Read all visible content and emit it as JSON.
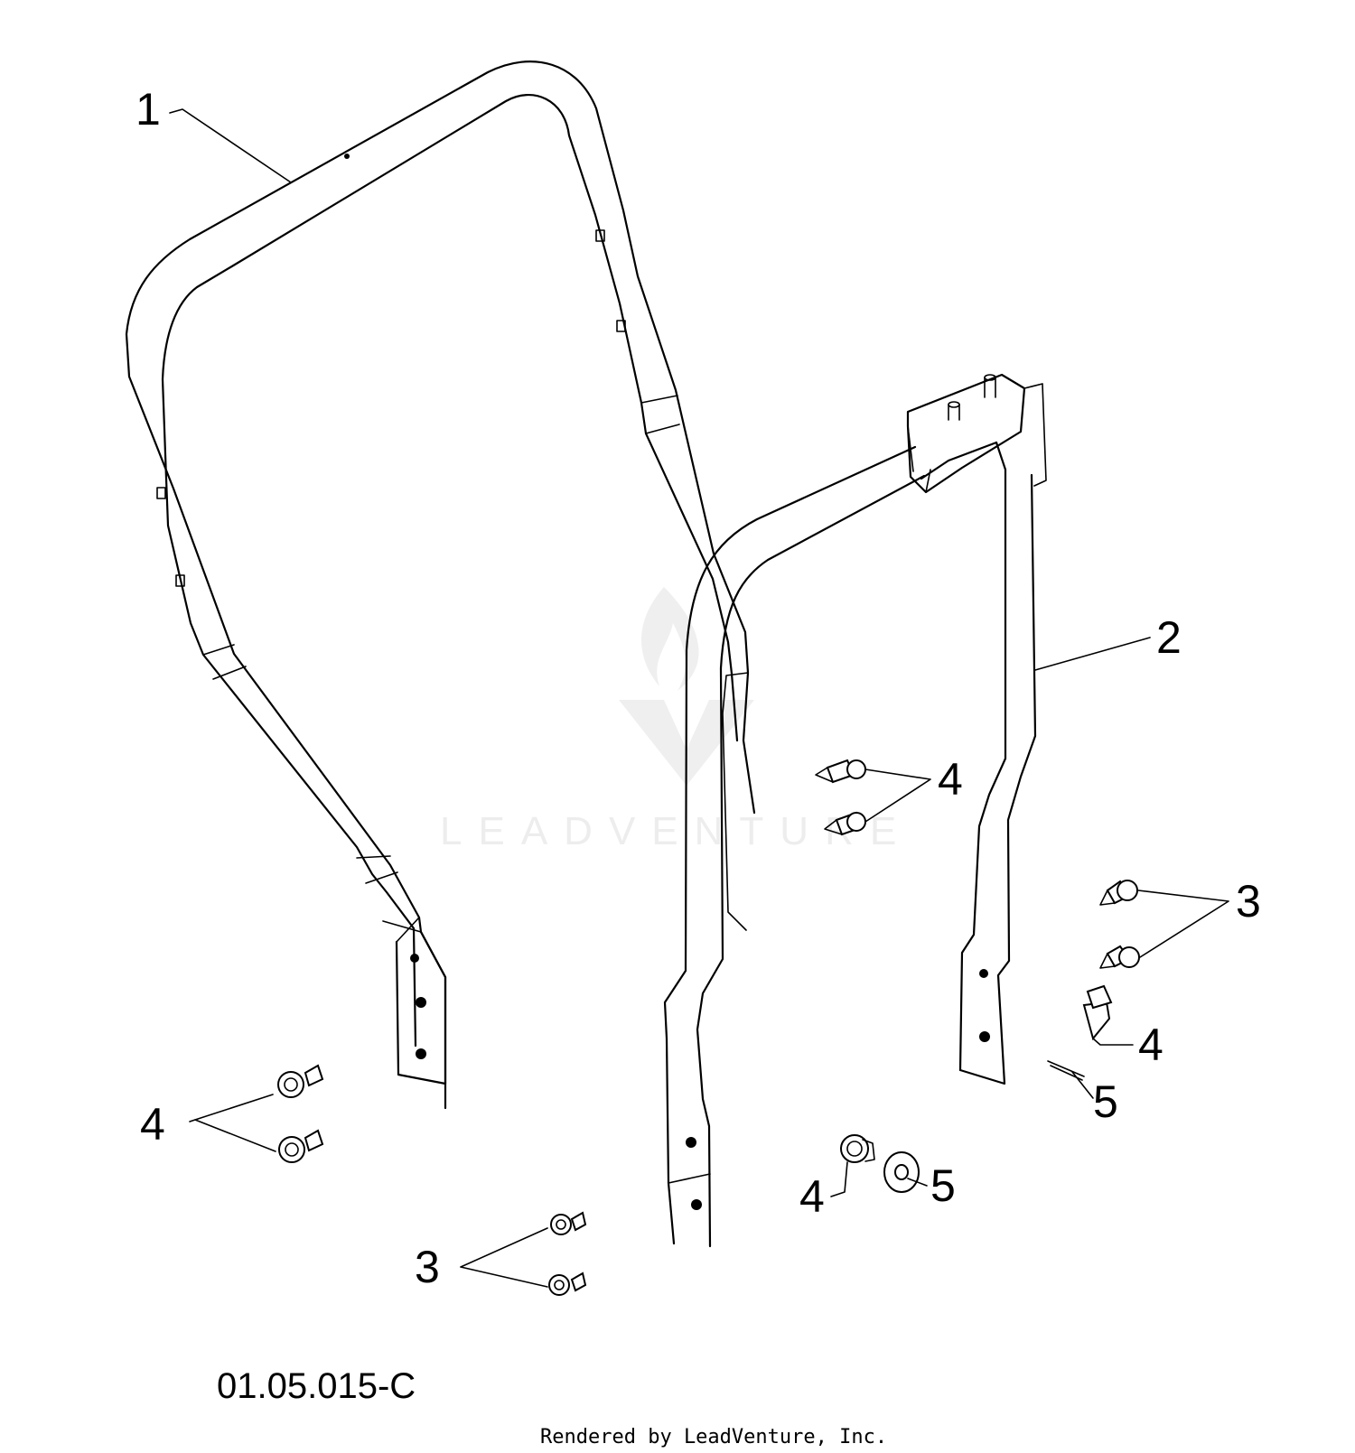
{
  "watermark": {
    "text": "LEADVENTURE"
  },
  "callouts": {
    "part1": "1",
    "part2": "2",
    "part3_right": "3",
    "part3_bottom": "3",
    "part4_center": "4",
    "part4_left": "4",
    "part4_right": "4",
    "part4_bottom": "4",
    "part5_right": "5",
    "part5_bottom": "5"
  },
  "figure_code": "01.05.015-C",
  "credit": "Rendered by LeadVenture, Inc."
}
